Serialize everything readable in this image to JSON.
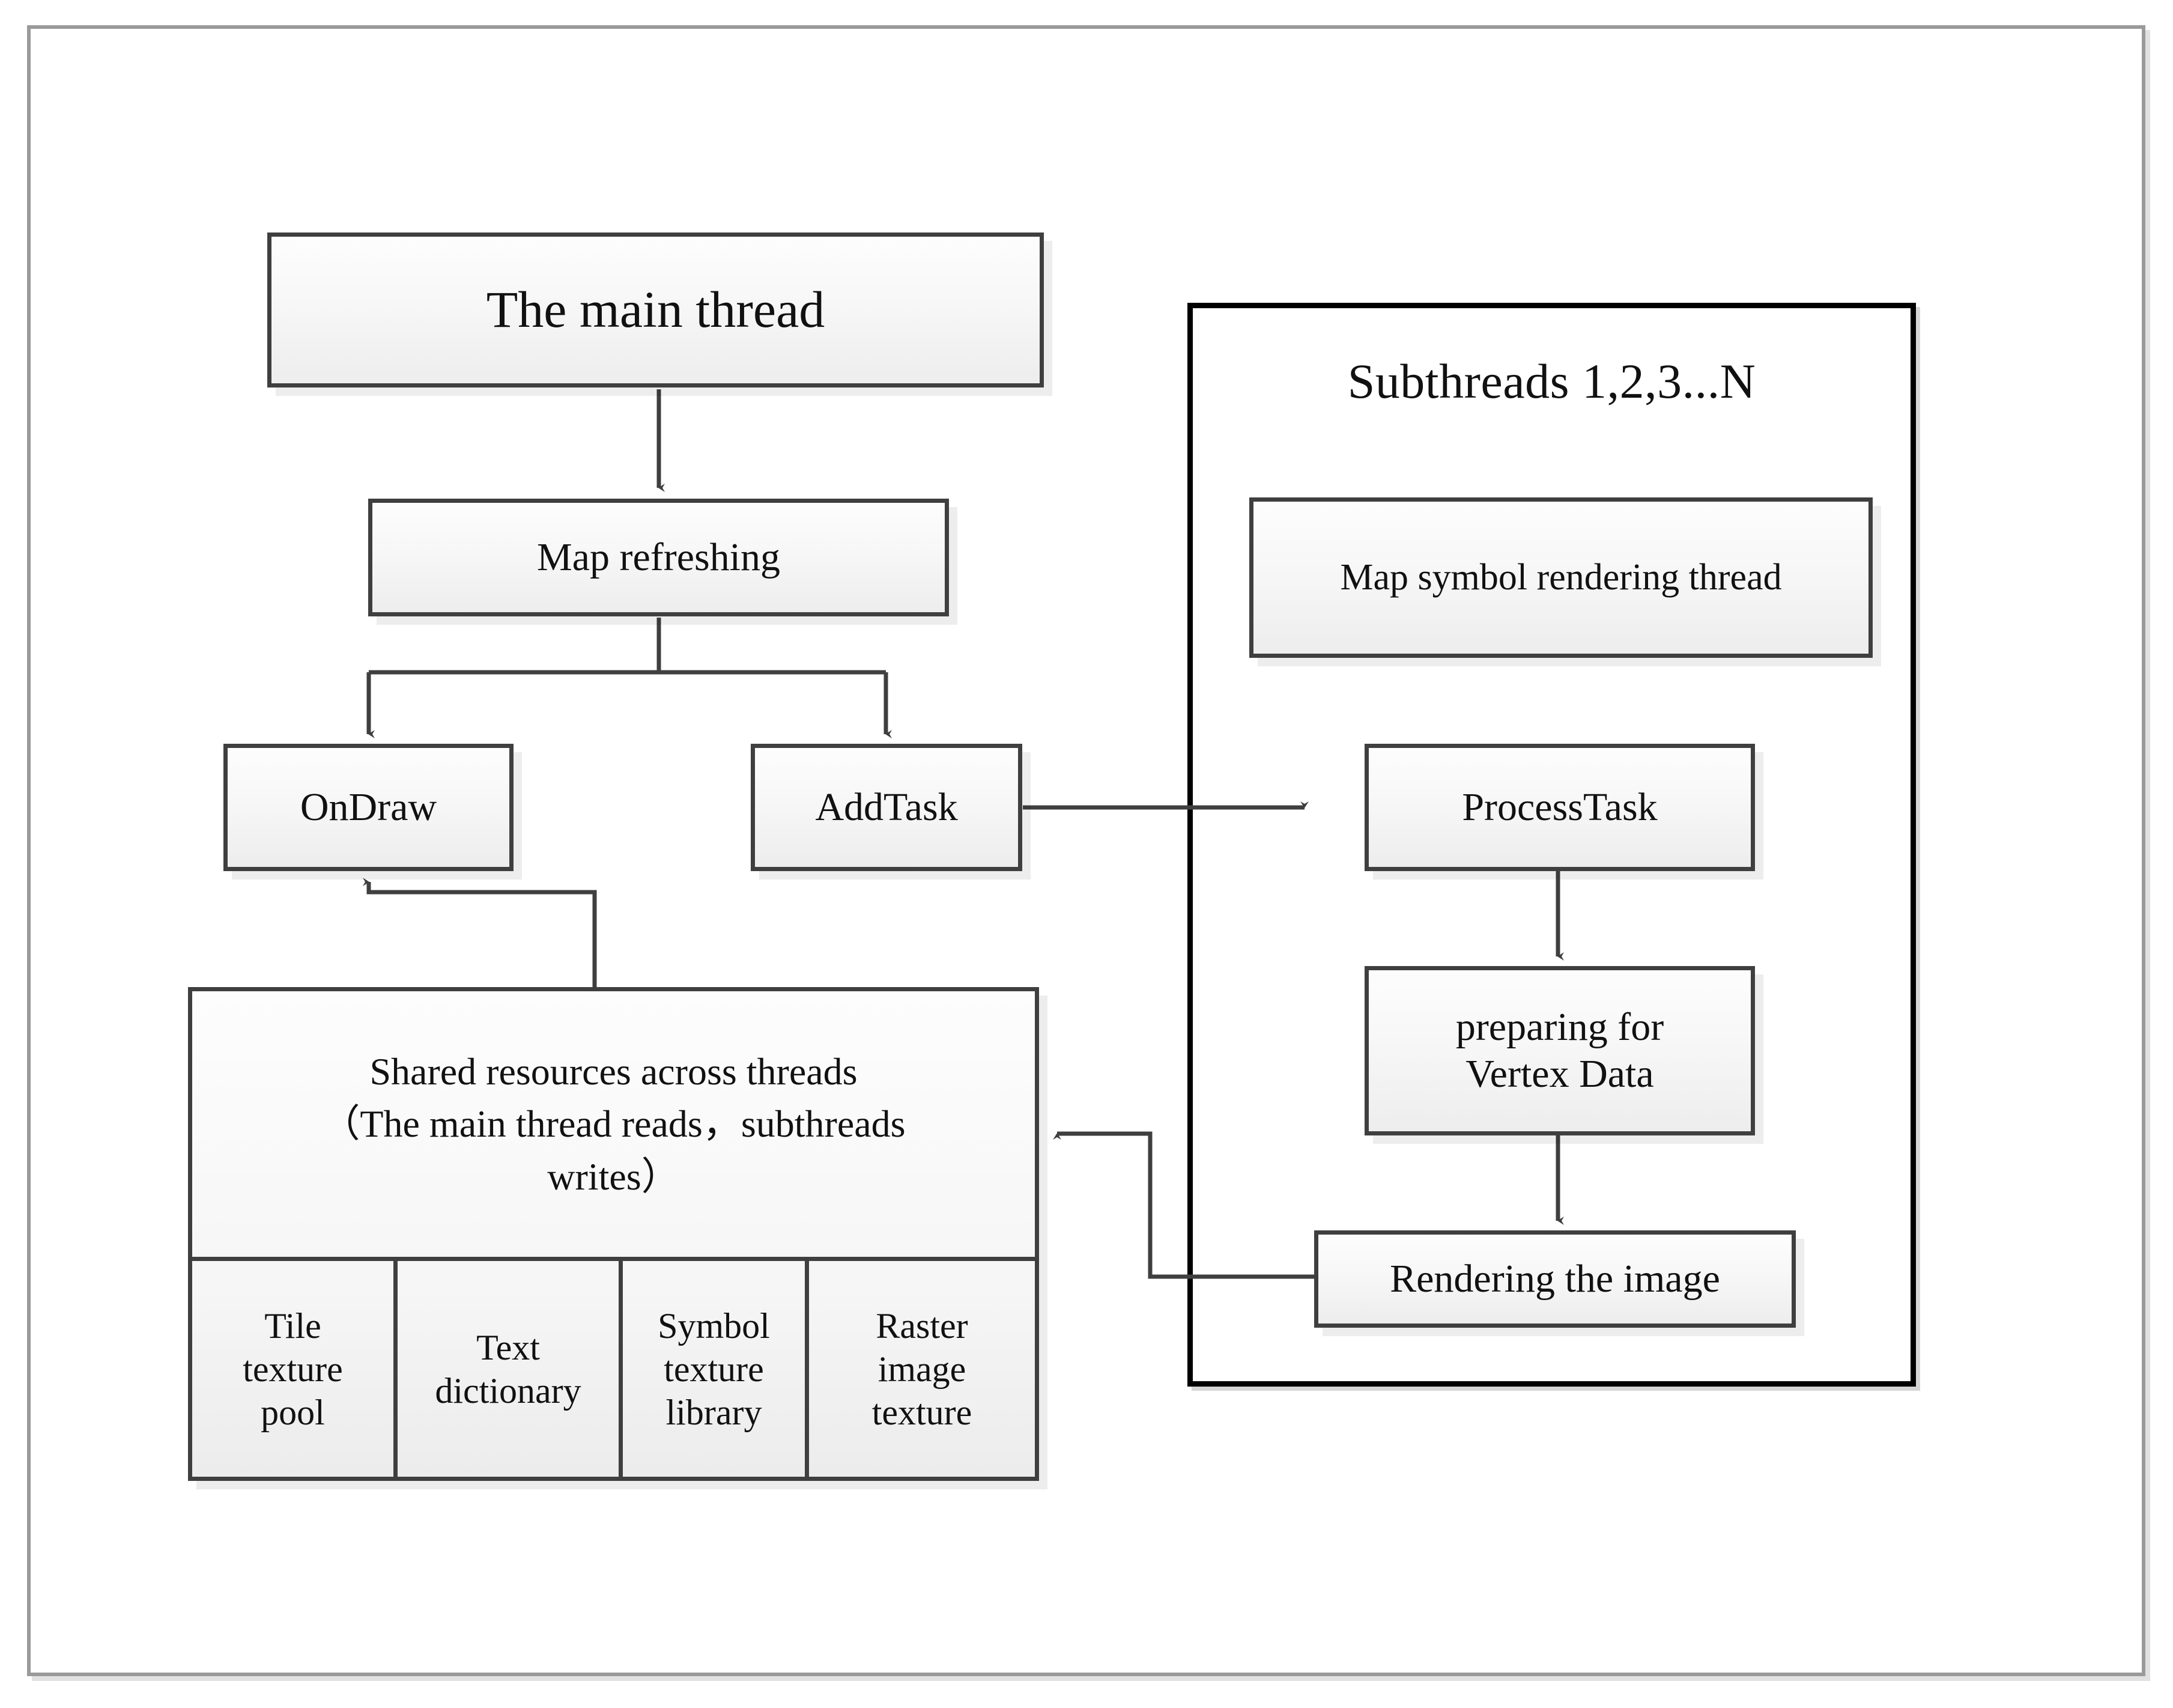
{
  "diagram": {
    "title_hidden": "",
    "main_thread": {
      "label": "The main thread"
    },
    "map_refreshing": {
      "label": "Map refreshing"
    },
    "on_draw": {
      "label": "OnDraw"
    },
    "add_task": {
      "label": "AddTask"
    },
    "subthreads": {
      "title": "Subthreads 1,2,3...N",
      "map_symbol_thread": {
        "label": "Map symbol rendering thread"
      },
      "process_task": {
        "label": "ProcessTask"
      },
      "preparing_vertex": {
        "line1": "preparing for",
        "line2": "Vertex Data"
      },
      "rendering_image": {
        "label": "Rendering the image"
      }
    },
    "shared_resources": {
      "header_line1": "Shared resources across threads",
      "header_line2": "（The main thread reads，subthreads",
      "header_line3": "writes）",
      "cells": [
        {
          "line1": "Tile",
          "line2": "texture",
          "line3": "pool"
        },
        {
          "line1": "Text",
          "line2": "dictionary",
          "line3": ""
        },
        {
          "line1": "Symbol",
          "line2": "texture",
          "line3": "library"
        },
        {
          "line1": "Raster",
          "line2": "image",
          "line3": "texture"
        }
      ]
    },
    "colors": {
      "box_border": "#3f3f3f",
      "container_border": "#000000",
      "frame_border": "#9a9a9a",
      "connector": "#3f3f3f",
      "text": "#111111"
    }
  }
}
